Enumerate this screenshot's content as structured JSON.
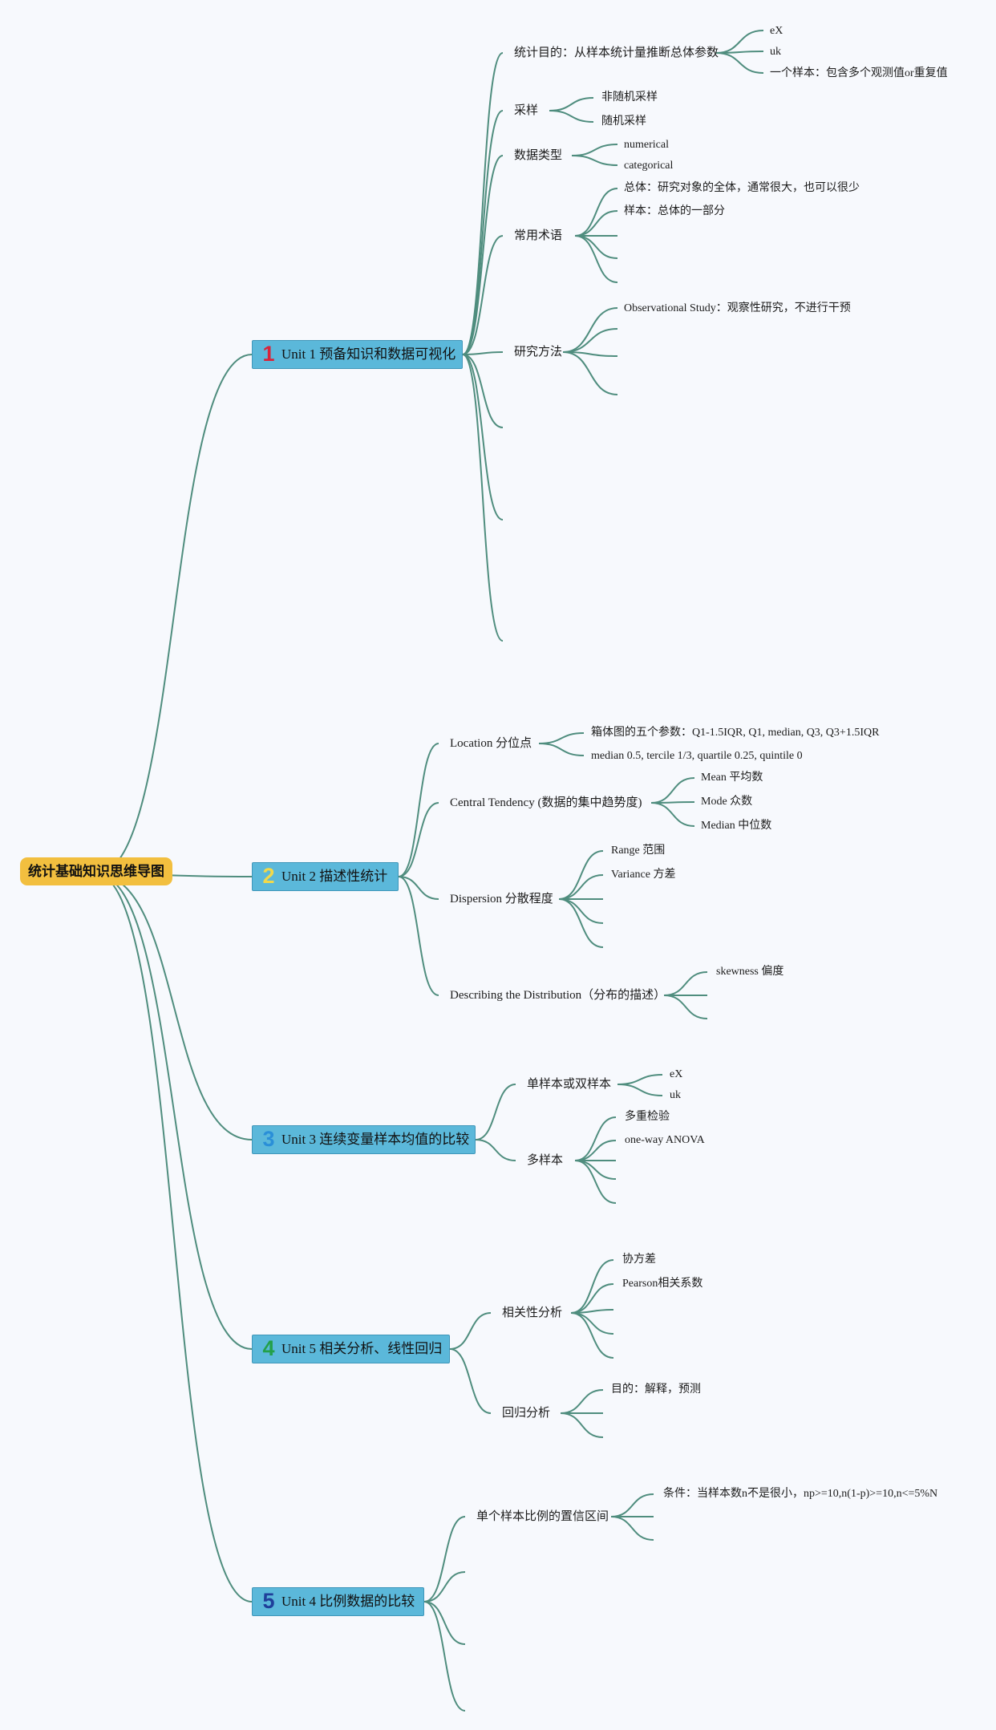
{
  "mindmap": {
    "root": "统计基础知识思维导图",
    "colors": {
      "background": "#f7f9fd",
      "connector": "#4f8d7e",
      "root_fill": "#f2bf3f",
      "unit_fill": "#5bb8da"
    },
    "units": [
      {
        "number": "1",
        "number_color": "#d8243a",
        "title": "Unit 1 预备知识和数据可视化",
        "topics": [
          {
            "label": "统计目的：从样本统计量推断总体参数",
            "items": [
              "eX",
              "uk",
              "一个样本：包含多个观测值or重复值"
            ]
          },
          {
            "label": "采样",
            "items": [
              "非随机采样",
              "随机采样"
            ]
          },
          {
            "label": "数据类型",
            "items": [
              "numerical",
              "categorical"
            ]
          },
          {
            "label": "常用术语",
            "items": [
              "总体：研究对象的全体，通常很大，也可以很少",
              "样本：总体的一部分"
            ]
          },
          {
            "label": "研究方法",
            "items": [
              "Observational Study：观察性研究，不进行干预"
            ]
          }
        ]
      },
      {
        "number": "2",
        "number_color": "#f2d94a",
        "title": "Unit 2 描述性统计",
        "topics": [
          {
            "label": "Location 分位点",
            "items": [
              "箱体图的五个参数：Q1-1.5IQR, Q1, median, Q3, Q3+1.5IQR",
              "median 0.5, tercile 1/3, quartile 0.25, quintile 0"
            ]
          },
          {
            "label": "Central Tendency (数据的集中趋势度)",
            "items": [
              "Mean 平均数",
              "Mode 众数",
              "Median 中位数"
            ]
          },
          {
            "label": "Dispersion 分散程度",
            "items": [
              "Range 范围",
              "Variance 方差"
            ]
          },
          {
            "label": "Describing the Distribution（分布的描述）",
            "items": [
              "skewness 偏度"
            ]
          }
        ]
      },
      {
        "number": "3",
        "number_color": "#2a8fd8",
        "title": "Unit 3 连续变量样本均值的比较",
        "topics": [
          {
            "label": "单样本或双样本",
            "items": [
              "eX",
              "uk"
            ]
          },
          {
            "label": "多样本",
            "items": [
              "多重检验",
              "one-way ANOVA"
            ]
          }
        ]
      },
      {
        "number": "4",
        "number_color": "#23a04a",
        "title": "Unit 5 相关分析、线性回归",
        "topics": [
          {
            "label": "相关性分析",
            "items": [
              "协方差",
              "Pearson相关系数"
            ]
          },
          {
            "label": "回归分析",
            "items": [
              "目的：解释，预测"
            ]
          }
        ]
      },
      {
        "number": "5",
        "number_color": "#1f3f9a",
        "title": "Unit 4 比例数据的比较",
        "topics": [
          {
            "label": "单个样本比例的置信区间",
            "items": [
              "条件：当样本数n不是很小，np>=10,n(1-p)>=10,n<=5%N"
            ]
          }
        ]
      }
    ]
  }
}
